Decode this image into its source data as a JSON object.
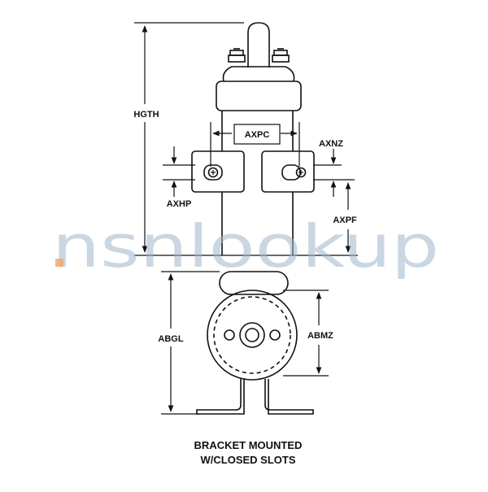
{
  "dimensions": {
    "hgth": "HGTH",
    "axpc": "AXPC",
    "axnz": "AXNZ",
    "axhp": "AXHP",
    "axpf": "AXPF",
    "abgl": "ABGL",
    "abmz": "ABMZ"
  },
  "caption": {
    "line1": "BRACKET MOUNTED",
    "line2": "W/CLOSED SLOTS"
  },
  "watermark": {
    "text": "nsnlookup",
    "colors": {
      "main": "#9fb7cb",
      "dot": "#f0a060"
    }
  },
  "colors": {
    "line": "#111111",
    "background": "#ffffff"
  }
}
